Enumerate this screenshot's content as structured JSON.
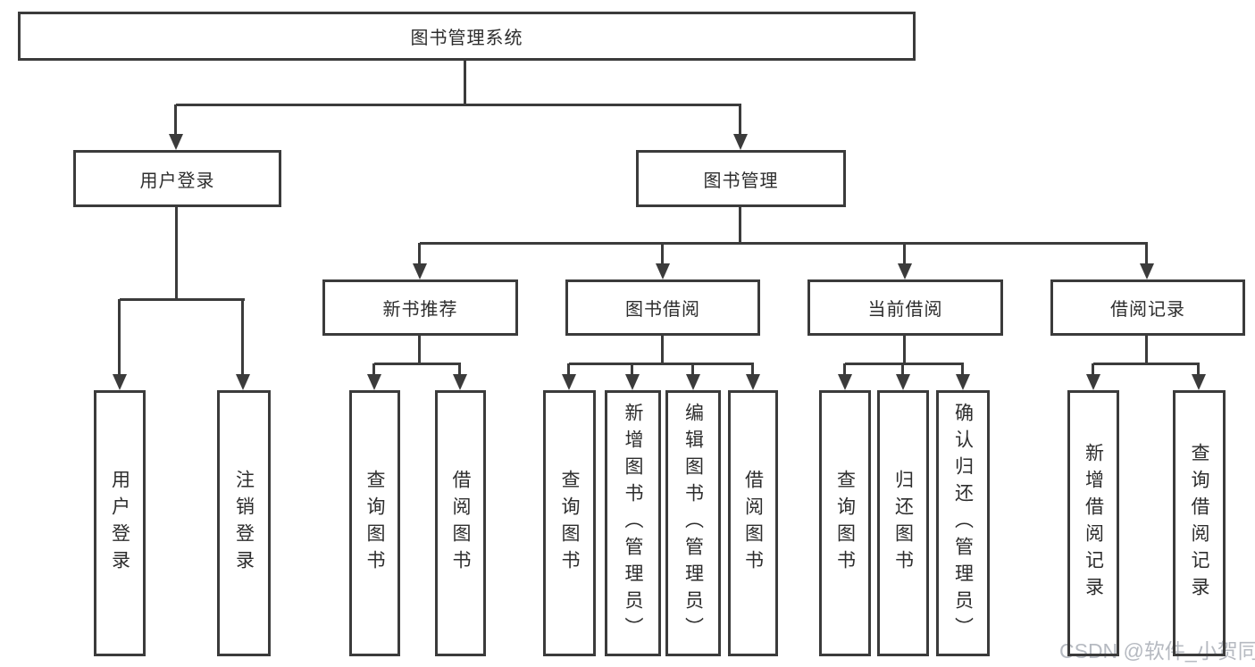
{
  "diagram": {
    "root": {
      "label": "图书管理系统"
    },
    "branches": [
      {
        "label": "用户登录",
        "children": [
          {
            "label": "用户登录"
          },
          {
            "label": "注销登录"
          }
        ]
      },
      {
        "label": "图书管理",
        "children": [
          {
            "label": "新书推荐",
            "children": [
              {
                "label": "查询图书"
              },
              {
                "label": "借阅图书"
              }
            ]
          },
          {
            "label": "图书借阅",
            "children": [
              {
                "label": "查询图书"
              },
              {
                "label": "新增图书（管理员）"
              },
              {
                "label": "编辑图书（管理员）"
              },
              {
                "label": "借阅图书"
              }
            ]
          },
          {
            "label": "当前借阅",
            "children": [
              {
                "label": "查询图书"
              },
              {
                "label": "归还图书"
              },
              {
                "label": "确认归还（管理员）"
              }
            ]
          },
          {
            "label": "借阅记录",
            "children": [
              {
                "label": "新增借阅记录"
              },
              {
                "label": "查询借阅记录"
              }
            ]
          }
        ]
      }
    ]
  },
  "watermark": {
    "text": "CSDN @软件_小贺同学"
  },
  "colors": {
    "line": "#3b3b3b",
    "text": "#2d2d2d",
    "watermark": "#b6bac1",
    "bg": "#ffffff"
  }
}
